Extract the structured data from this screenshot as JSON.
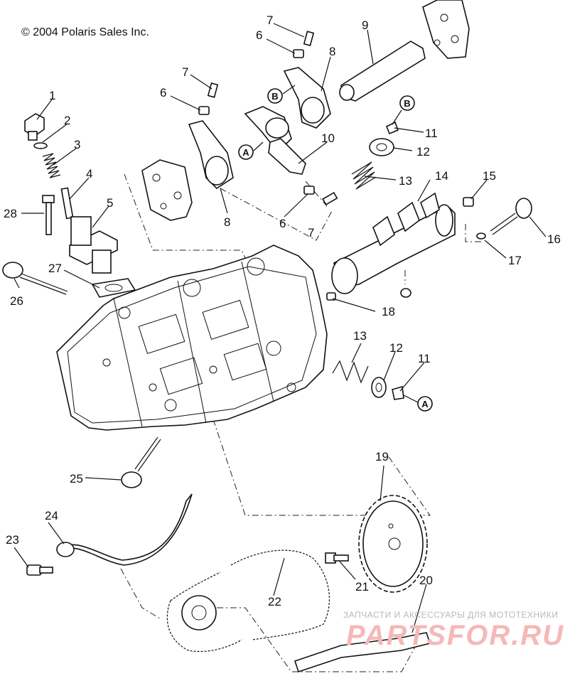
{
  "copyright": "© 2004 Polaris Sales Inc.",
  "watermark": {
    "top_text": "ЗАПЧАСТИ И АКСЕССУАРЫ ДЛЯ МОТОТЕХНИКИ",
    "logo_text": "PARTSFOR.RU"
  },
  "callouts": [
    "1",
    "2",
    "3",
    "4",
    "5",
    "6",
    "6",
    "6",
    "7",
    "7",
    "7",
    "8",
    "8",
    "9",
    "10",
    "11",
    "11",
    "12",
    "12",
    "13",
    "13",
    "14",
    "15",
    "16",
    "17",
    "18",
    "19",
    "20",
    "21",
    "22",
    "23",
    "24",
    "25",
    "26",
    "27",
    "28"
  ],
  "reference_markers": [
    "A",
    "A",
    "B",
    "B"
  ]
}
